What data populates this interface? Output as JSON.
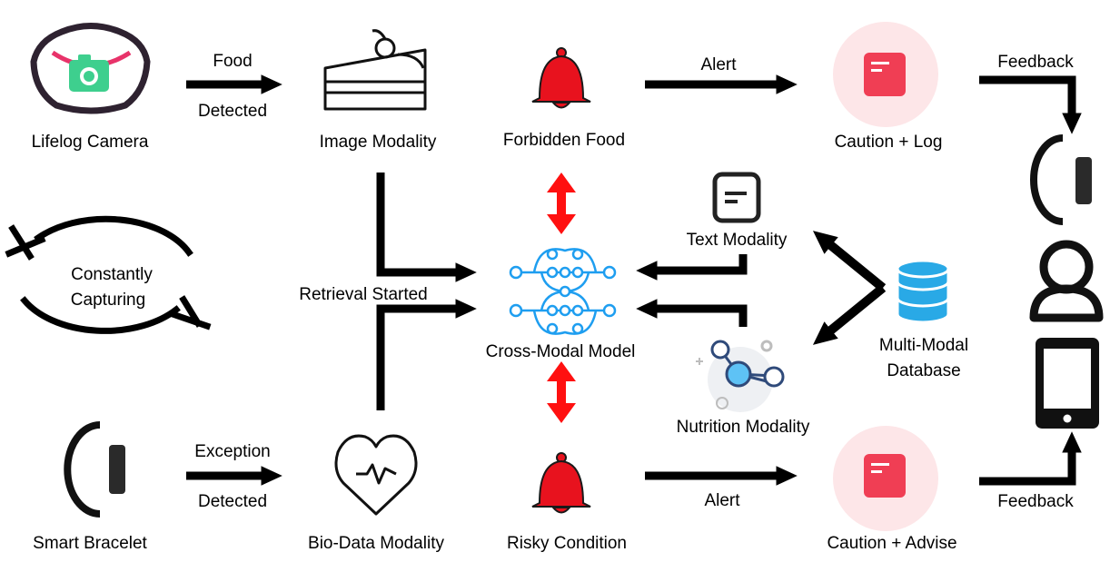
{
  "nodes": {
    "lifelog_camera": "Lifelog Camera",
    "image_modality": "Image Modality",
    "forbidden_food": "Forbidden Food",
    "caution_log": "Caution + Log",
    "text_modality": "Text Modality",
    "cross_modal_model": "Cross-Modal Model",
    "nutrition_modality": "Nutrition Modality",
    "multi_modal_database_line1": "Multi-Modal",
    "multi_modal_database_line2": "Database",
    "smart_bracelet": "Smart Bracelet",
    "bio_data_modality": "Bio-Data Modality",
    "risky_condition": "Risky Condition",
    "caution_advise": "Caution + Advise",
    "constantly_line1": "Constantly",
    "constantly_line2": "Capturing"
  },
  "edges": {
    "food_line1": "Food",
    "food_line2": "Detected",
    "exception_line1": "Exception",
    "exception_line2": "Detected",
    "alert_top": "Alert",
    "alert_bottom": "Alert",
    "feedback_top": "Feedback",
    "feedback_bottom": "Feedback",
    "retrieval_started": "Retrieval Started"
  },
  "colors": {
    "camera_strap": "#e8336a",
    "camera_body": "#3ecf8e",
    "bell": "#e8121e",
    "alert_badge": "#f03e54",
    "alert_circle": "#fde6e8",
    "model_blue": "#1e9ef0",
    "database_blue": "#29a9e6",
    "red_arrow": "#ff1010"
  }
}
